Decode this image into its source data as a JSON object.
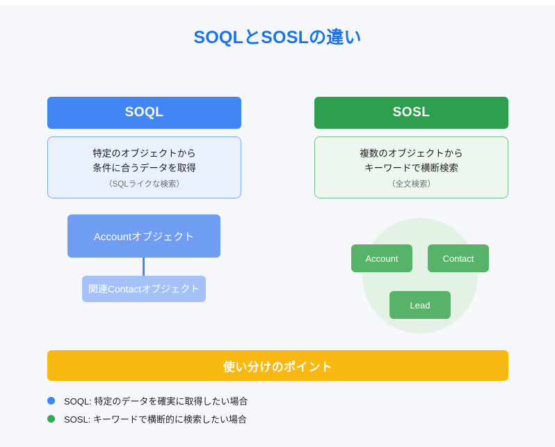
{
  "title": "SOQLとSOSLの違い",
  "colors": {
    "background": "#f5f7fa",
    "title": "#1a73e8",
    "soql_accent": "#4285f4",
    "sosl_accent": "#2e9e4f",
    "banner": "#f9b712",
    "account_box": "#6e9df2",
    "contact_box": "#a4c2f7",
    "chip_green": "#57b368",
    "circle_green": "#e4f2e6"
  },
  "columns": {
    "soql": {
      "header": "SOQL",
      "desc_line1": "特定のオブジェクトから",
      "desc_line2": "条件に合うデータを取得",
      "desc_sub": "（SQLライクな検索）",
      "objects": {
        "primary": "Accountオブジェクト",
        "related": "関連Contactオブジェクト"
      }
    },
    "sosl": {
      "header": "SOSL",
      "desc_line1": "複数のオブジェクトから",
      "desc_line2": "キーワードで横断検索",
      "desc_sub": "（全文検索）",
      "chips": [
        {
          "label": "Account"
        },
        {
          "label": "Contact"
        },
        {
          "label": "Lead"
        }
      ]
    }
  },
  "banner": {
    "label": "使い分けのポイント"
  },
  "legend": [
    {
      "dot_color": "#4285f4",
      "text": "SOQL: 特定のデータを確実に取得したい場合"
    },
    {
      "dot_color": "#34a853",
      "text": "SOSL: キーワードで横断的に検索したい場合"
    }
  ]
}
